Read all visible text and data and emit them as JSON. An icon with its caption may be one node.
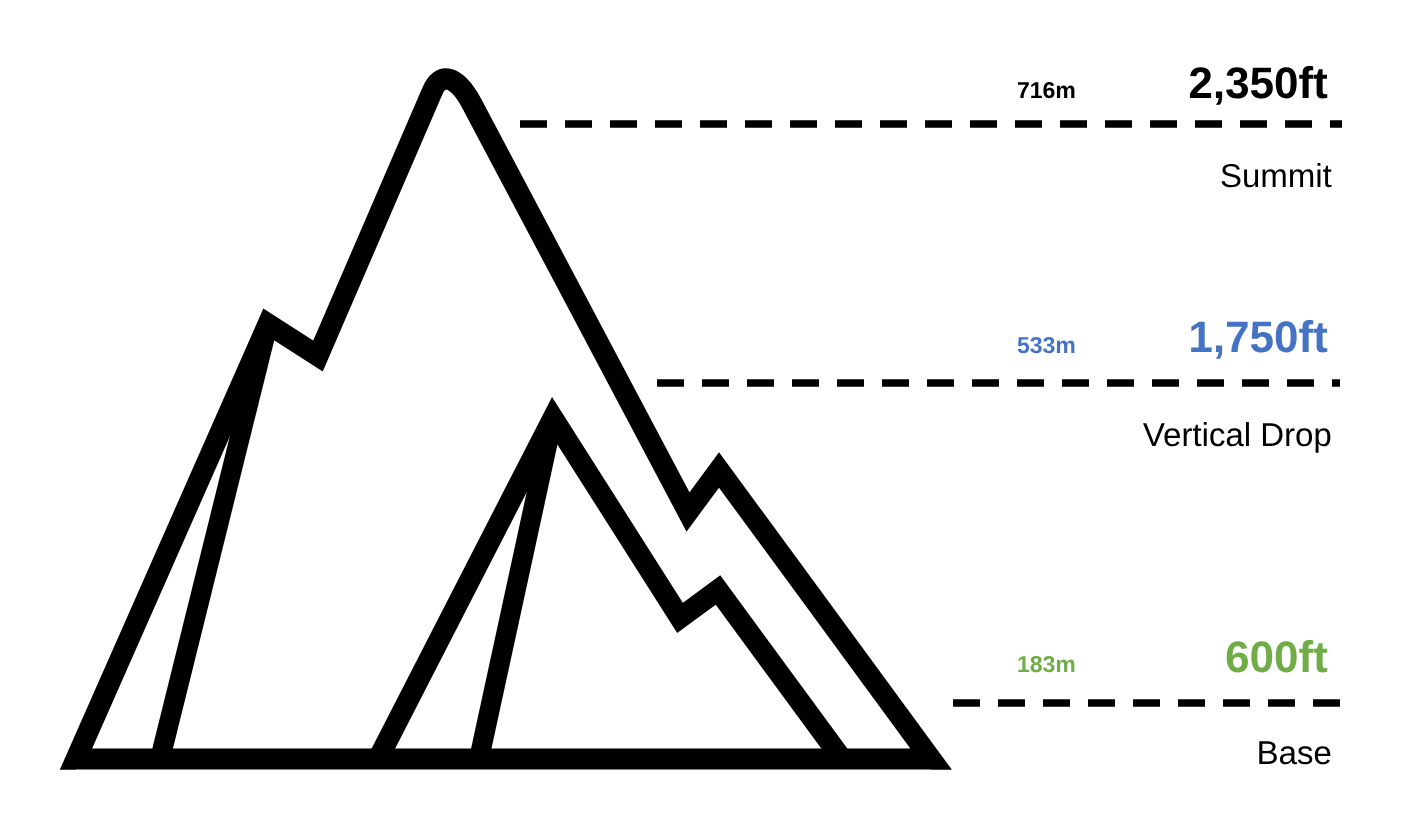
{
  "diagram": {
    "labels": [
      "716m",
      "2,350ft",
      "Summit",
      "533m",
      "1,750ft",
      "Vertical Drop",
      "183m",
      "600ft",
      "Base"
    ]
  }
}
